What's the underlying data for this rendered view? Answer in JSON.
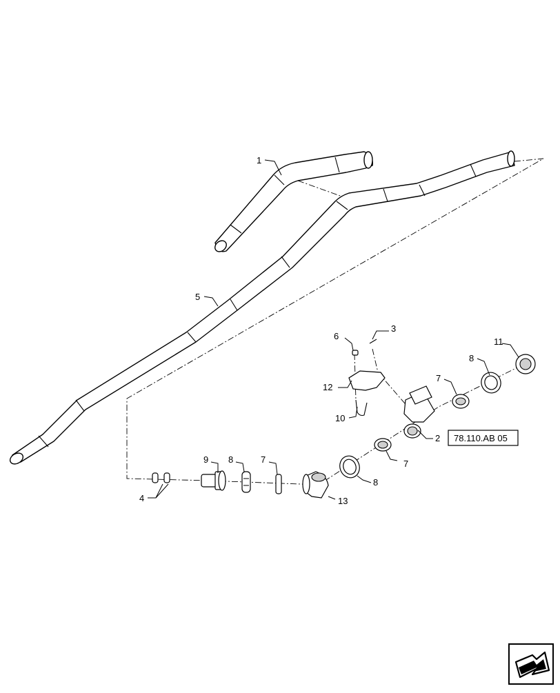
{
  "callouts": {
    "c1": "1",
    "c2": "2",
    "c3": "3",
    "c4": "4",
    "c5": "5",
    "c6": "6",
    "c7a": "7",
    "c7b": "7",
    "c7c": "7",
    "c8a": "8",
    "c8b": "8",
    "c8c": "8",
    "c9": "9",
    "c10": "10",
    "c11": "11",
    "c12": "12",
    "c13": "13"
  },
  "reference_box": "78.110.AB 05",
  "nav_icon": "next-page-arrow-icon"
}
